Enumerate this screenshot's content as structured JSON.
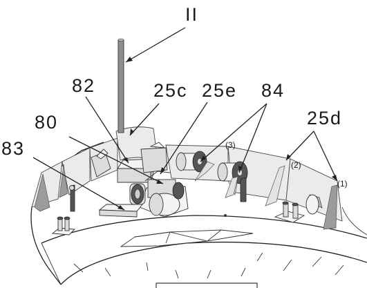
{
  "figure": {
    "labels": {
      "mast": "II",
      "l82": "82",
      "l25c": "25c",
      "l25e": "25e",
      "l84": "84",
      "l80": "80",
      "l83": "83",
      "l25d": "25d",
      "p1": "(1)",
      "p2": "(2)",
      "p3": "(3)"
    }
  }
}
